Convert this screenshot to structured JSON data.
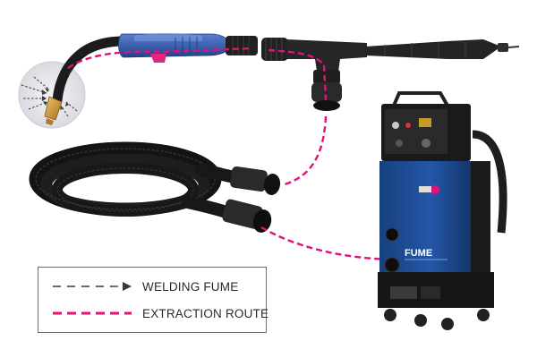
{
  "legend": {
    "items": [
      {
        "key": "welding-fume",
        "label": "WELDING FUME",
        "style": "dashed-arrow",
        "color": "#3a3a3a"
      },
      {
        "key": "extraction-route",
        "label": "EXTRACTION ROUTE",
        "style": "dashed",
        "color": "#e0127a"
      }
    ]
  },
  "unit": {
    "brand": "FUME"
  },
  "colors": {
    "extraction": "#e0127a",
    "fume": "#3a3a3a",
    "hose": "#1e1e1e",
    "torch_handle": "#2f55a8",
    "cabinet": "#1f4fa3",
    "nozzle": "#d29a3a"
  }
}
